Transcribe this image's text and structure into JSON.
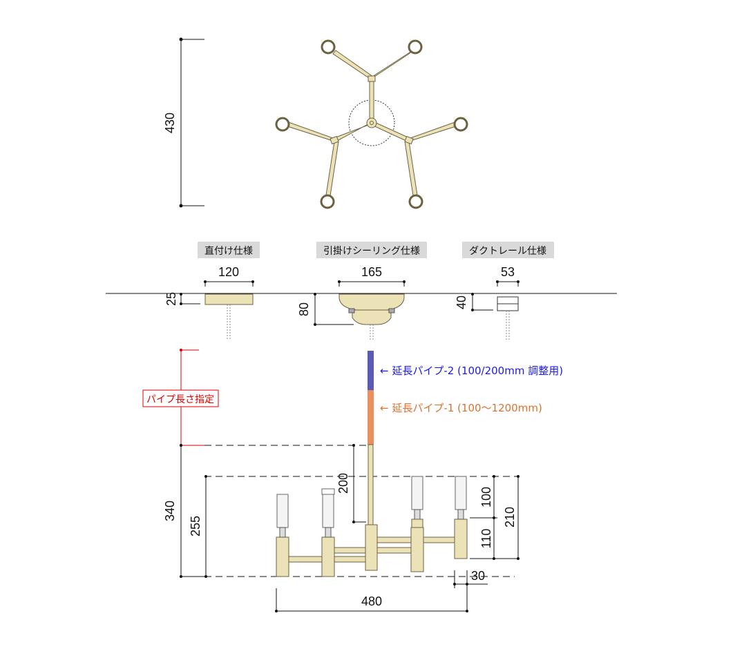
{
  "top_view": {
    "height_label": "430"
  },
  "mount_types": {
    "direct": {
      "label": "直付け仕様",
      "width": "120",
      "height": "25"
    },
    "hook": {
      "label": "引掛けシーリング仕様",
      "width": "165",
      "height": "80"
    },
    "duct": {
      "label": "ダクトレール仕様",
      "width": "53",
      "height": "40"
    }
  },
  "pipes": {
    "pipe2_note": "← 延長パイプ-2 (100/200mm 調整用)",
    "pipe1_note": "← 延長パイプ-1 (100～1200mm)",
    "pipe_length_label": "パイプ長さ指定",
    "colors": {
      "pipe2": "#5b5bb5",
      "pipe1": "#e89060",
      "brass": "#ece2b8",
      "red": "#dd0000"
    }
  },
  "dimensions": {
    "total_body": "340",
    "arm_height": "255",
    "stem": "200",
    "candle_top": "100",
    "candle_bottom": "110",
    "candle_total": "210",
    "width": "480",
    "arm_offset": "30"
  }
}
